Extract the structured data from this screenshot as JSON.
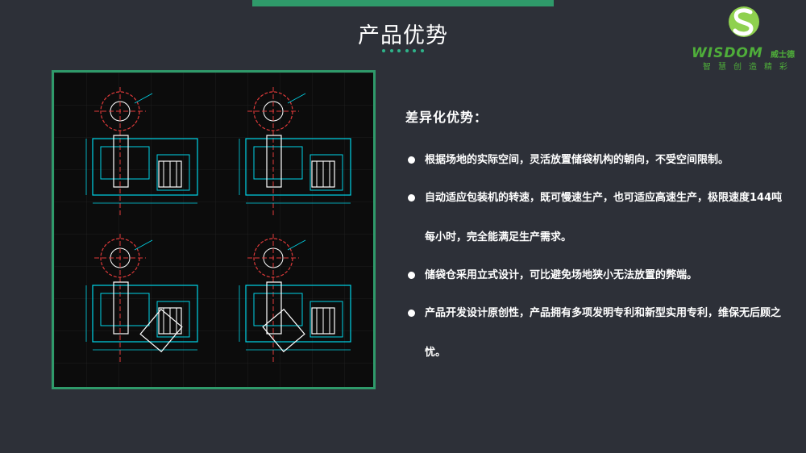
{
  "title": "产品优势",
  "logo": {
    "brand": "WISDOM",
    "brand_cn": "威士德",
    "slogan": "智慧创造精彩",
    "colors": {
      "green": "#4fae3a",
      "light_green": "#8fd14f"
    }
  },
  "colors": {
    "accent": "#2f9a6a",
    "background": "#2d3038",
    "text": "#ffffff"
  },
  "figure": {
    "icon": "cad-layout-drawing"
  },
  "content": {
    "heading": "差异化优势：",
    "bullets": [
      "根据场地的实际空间，灵活放置储袋机构的朝向，不受空间限制。",
      "自动适应包装机的转速，既可慢速生产，也可适应高速生产，极限速度144吨每小时，完全能满足生产需求。",
      "储袋仓采用立式设计，可比避免场地狭小无法放置的弊端。",
      "产品开发设计原创性，产品拥有多项发明专利和新型实用专利，维保无后顾之忧。"
    ]
  }
}
